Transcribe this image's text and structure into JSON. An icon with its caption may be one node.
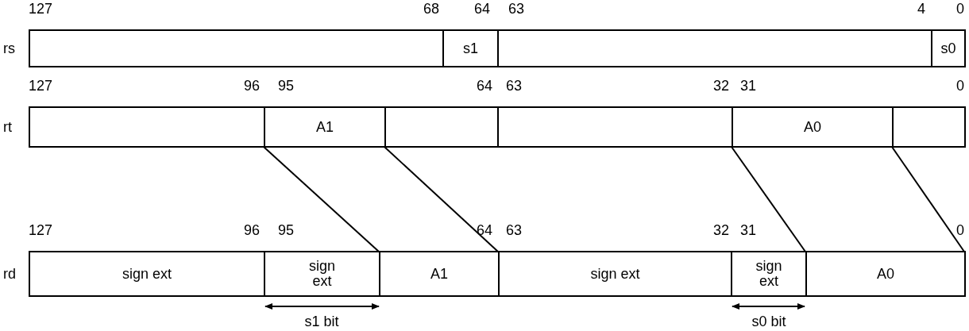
{
  "diagram": {
    "nodes": [
      {
        "text": [],
        "shape": "box"
      },
      {
        "text": [
          "s1"
        ]
      },
      {
        "text": [],
        "shape": "box"
      },
      {
        "text": [
          "s0"
        ]
      },
      {
        "text": [],
        "shape": "box"
      },
      {
        "text": [
          "A1"
        ]
      },
      {
        "text": [],
        "shape": "box"
      },
      {
        "text": [],
        "shape": "box"
      },
      {
        "text": [
          "A0"
        ]
      },
      {
        "text": [],
        "shape": "box"
      },
      {
        "text": [
          "sign ext"
        ]
      },
      {
        "text": [
          "sign ext"
        ]
      },
      {
        "text": [
          "A1"
        ]
      },
      {
        "text": [
          "sign ext"
        ]
      },
      {
        "text": [
          "sign ext"
        ]
      },
      {
        "text": [
          "A0"
        ]
      }
    ],
    "edges": [
      {
        "from": 5,
        "to": 12,
        "arrow": "none"
      },
      {
        "from": 5,
        "to": 12,
        "arrow": "none"
      },
      {
        "from": 8,
        "to": 15,
        "arrow": "none"
      },
      {
        "from": 8,
        "to": 15,
        "arrow": "none"
      }
    ],
    "labels": [
      "127",
      "68",
      "64",
      "63",
      "4",
      "0",
      "rs",
      "127",
      "96",
      "95",
      "64",
      "63",
      "32",
      "31",
      "0",
      "rt",
      "127",
      "96",
      "95",
      "64",
      "63",
      "32",
      "31",
      "0",
      "rd",
      "s1 bit",
      "s0 bit"
    ]
  }
}
